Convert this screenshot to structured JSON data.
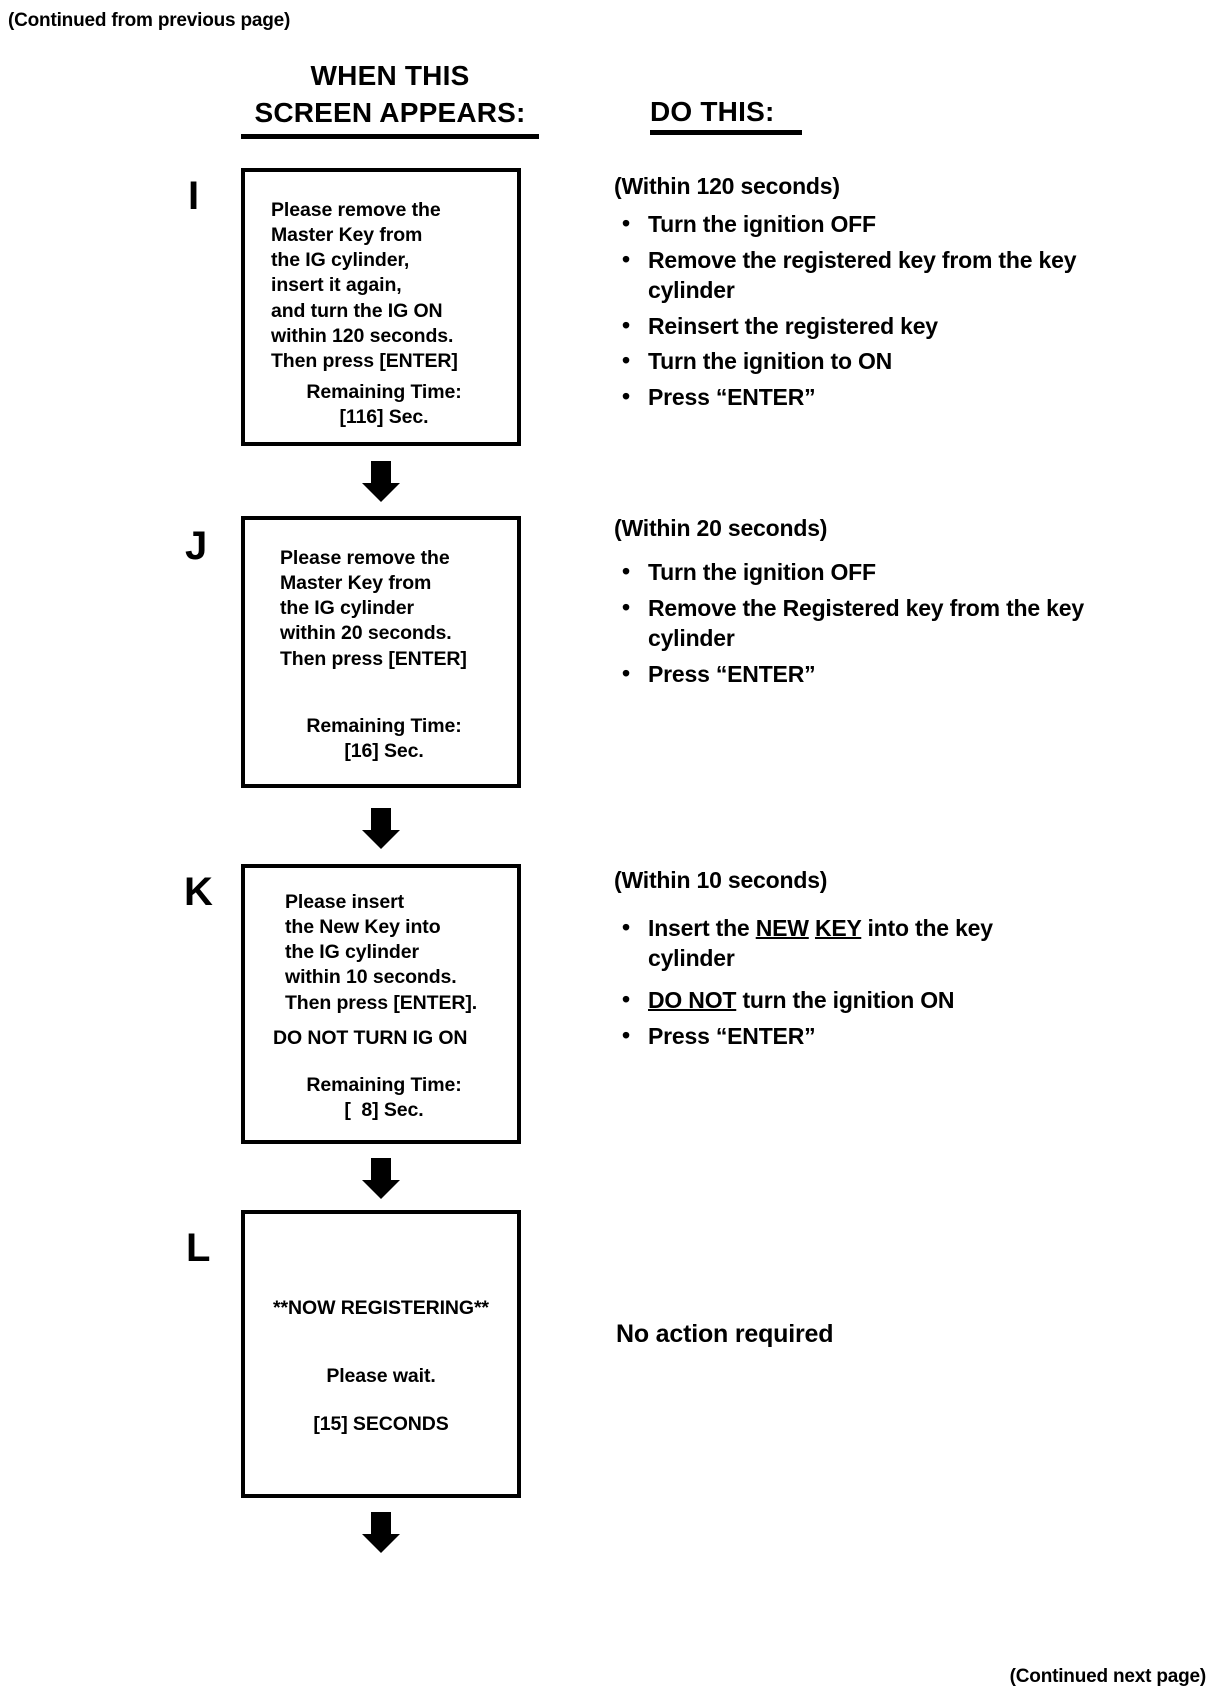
{
  "page": {
    "continued_from": "(Continued from previous page)",
    "continued_next": "(Continued next page)"
  },
  "headers": {
    "left_line1": "WHEN THIS",
    "left_line2": "SCREEN APPEARS:",
    "right": "DO THIS:"
  },
  "steps": [
    {
      "letter": "I",
      "screen": {
        "body": "Please remove the\nMaster Key from\nthe IG cylinder,\ninsert it again,\nand turn the IG ON\nwithin 120 seconds.\nThen press [ENTER]",
        "remaining_label": "Remaining Time:",
        "remaining_value": "[116] Sec."
      },
      "instructions": {
        "within": "(Within 120 seconds)",
        "bullets": [
          "Turn the ignition OFF",
          "Remove the registered key from the key cylinder",
          "Reinsert the registered key",
          "Turn the ignition to ON",
          "Press “ENTER”"
        ]
      }
    },
    {
      "letter": "J",
      "screen": {
        "body": "Please remove the\nMaster Key from\nthe IG cylinder\nwithin 20 seconds.\nThen press [ENTER]",
        "remaining_label": "Remaining Time:",
        "remaining_value": "[16] Sec."
      },
      "instructions": {
        "within": "(Within 20 seconds)",
        "bullets": [
          "Turn the ignition OFF",
          "Remove the Registered key from the key cylinder",
          "Press “ENTER”"
        ]
      }
    },
    {
      "letter": "K",
      "screen": {
        "body": "Please insert\nthe New Key into\nthe IG cylinder\nwithin 10 seconds.\nThen press [ENTER].",
        "warning": "DO NOT TURN IG ON",
        "remaining_label": "Remaining Time:",
        "remaining_value": "[  8] Sec."
      },
      "instructions": {
        "within": "(Within 10 seconds)",
        "bullets": [
          "Insert the NEW KEY into the key cylinder",
          "DO NOT turn the ignition ON",
          "Press “ENTER”"
        ],
        "underlined_terms": [
          "NEW",
          "KEY",
          "DO NOT"
        ]
      }
    },
    {
      "letter": "L",
      "screen": {
        "title": "**NOW REGISTERING**",
        "wait": "Please wait.",
        "seconds": "[15] SECONDS"
      },
      "instructions": {
        "note": "No action required"
      }
    }
  ],
  "icons": {
    "arrow": "down-arrow-icon"
  },
  "colors": {
    "ink": "#000000",
    "paper": "#ffffff"
  }
}
